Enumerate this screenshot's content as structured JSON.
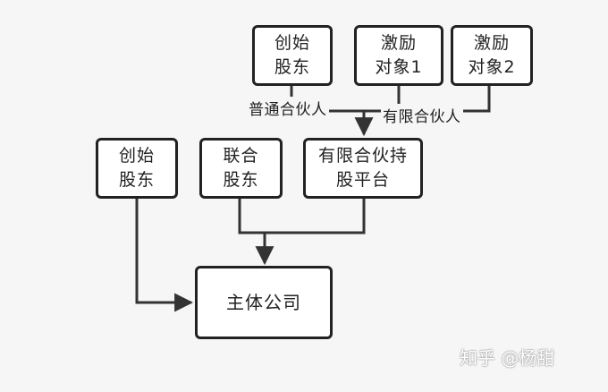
{
  "nodes": {
    "founder_top": [
      "创始",
      "股东"
    ],
    "incentive_1": [
      "激励",
      "对象1"
    ],
    "incentive_2": [
      "激励",
      "对象2"
    ],
    "founder_left": [
      "创始",
      "股东"
    ],
    "joint_shareholder": [
      "联合",
      "股东"
    ],
    "lp_platform": [
      "有限合伙持",
      "股平台"
    ],
    "main_company": "主体公司"
  },
  "edge_labels": {
    "general_partner": "普通合伙人",
    "limited_partner": "有限合伙人"
  },
  "watermark": "知乎 @杨甜",
  "colors": {
    "line": "#333333",
    "border": "#222222",
    "background": "#f6f6f6",
    "node_fill": "#ffffff"
  }
}
